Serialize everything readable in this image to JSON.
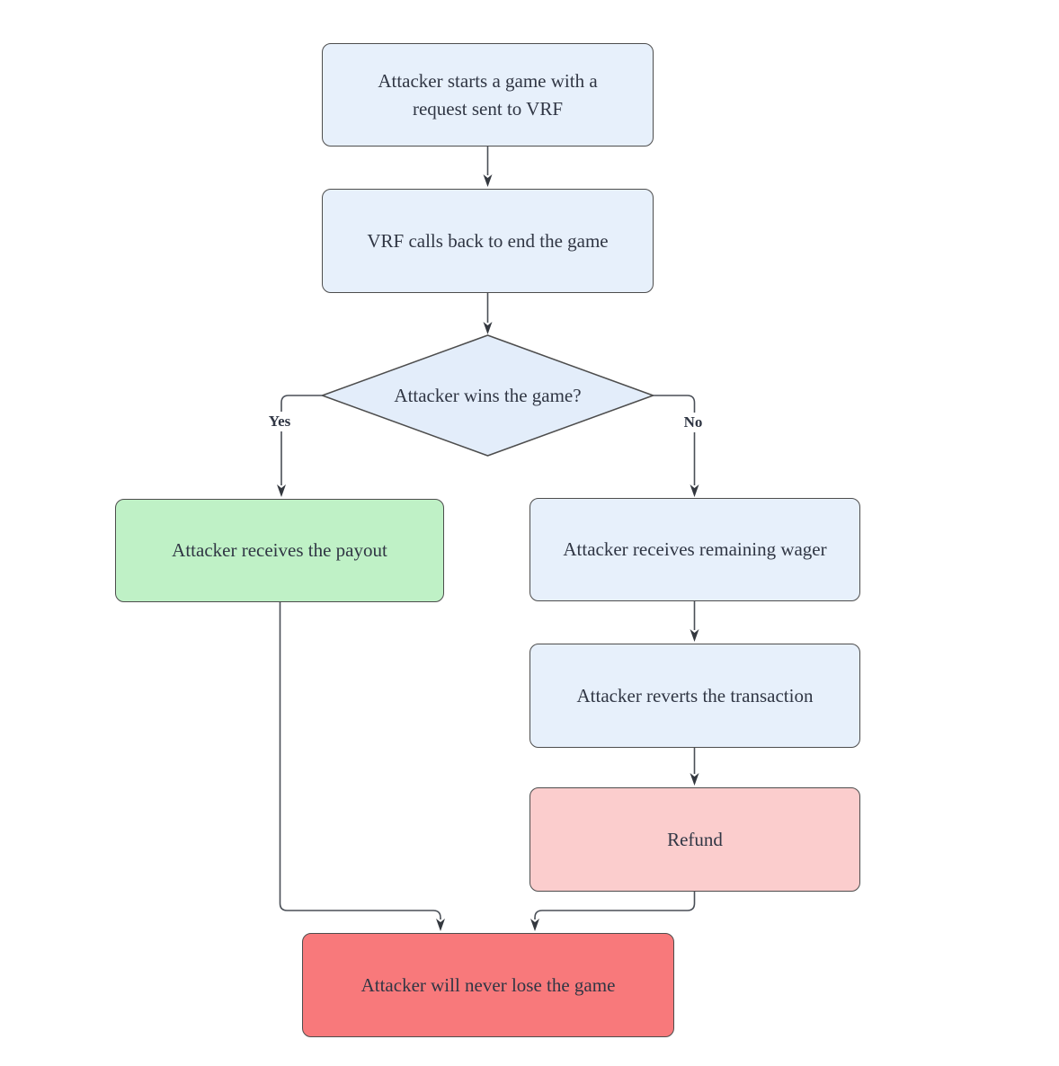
{
  "diagram": {
    "type": "flowchart",
    "background": "#FFFFFF"
  },
  "colors": {
    "blue_fill": "#E7F0FB",
    "diamond_fill": "#E3EDFA",
    "green_fill": "#BFF1C6",
    "pink_fill": "#FBCDCD",
    "red_fill": "#F8797B",
    "stroke": "#4D4D4D",
    "line": "#4A4F57",
    "text": "#303644",
    "bg": "#FFFFFF"
  },
  "nodes": {
    "start": {
      "label": "Attacker starts a game with a request sent to VRF",
      "shape": "rounded-rect",
      "fill": "#E7F0FB"
    },
    "vrf_callback": {
      "label": "VRF calls back to end the game",
      "shape": "rounded-rect",
      "fill": "#E7F0FB"
    },
    "decision": {
      "label": "Attacker wins the game?",
      "shape": "diamond",
      "fill": "#E3EDFA"
    },
    "payout": {
      "label": "Attacker receives the payout",
      "shape": "rounded-rect",
      "fill": "#BFF1C6"
    },
    "remaining_wager": {
      "label": "Attacker receives remaining wager",
      "shape": "rounded-rect",
      "fill": "#E7F0FB"
    },
    "revert": {
      "label": "Attacker reverts the transaction",
      "shape": "rounded-rect",
      "fill": "#E7F0FB"
    },
    "refund": {
      "label": "Refund",
      "shape": "rounded-rect",
      "fill": "#FBCDCD"
    },
    "never_lose": {
      "label": "Attacker will never lose the game",
      "shape": "rounded-rect",
      "fill": "#F8797B"
    }
  },
  "edges": {
    "yes_label": "Yes",
    "no_label": "No",
    "list": [
      {
        "from": "start",
        "to": "vrf_callback"
      },
      {
        "from": "vrf_callback",
        "to": "decision"
      },
      {
        "from": "decision",
        "to": "payout",
        "label": "Yes"
      },
      {
        "from": "decision",
        "to": "remaining_wager",
        "label": "No"
      },
      {
        "from": "remaining_wager",
        "to": "revert"
      },
      {
        "from": "revert",
        "to": "refund"
      },
      {
        "from": "payout",
        "to": "never_lose"
      },
      {
        "from": "refund",
        "to": "never_lose"
      }
    ]
  }
}
